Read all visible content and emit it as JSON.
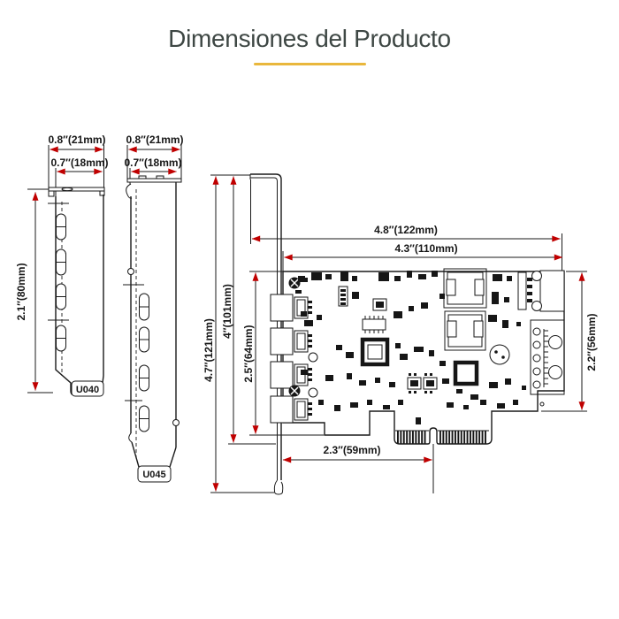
{
  "title": "Dimensiones del Producto",
  "colors": {
    "accent_underline": "#E9B73C",
    "line": "#1A1A1A",
    "dimension_arrow": "#C00000",
    "title_text": "#3E4744"
  },
  "brackets": {
    "low_profile": {
      "model": "U040",
      "width_outer": "0.8″(21mm)",
      "width_inner": "0.7″(18mm)",
      "height": "2.1″(80mm)"
    },
    "full_height": {
      "model": "U045",
      "width_outer": "0.8″(21mm)",
      "width_inner": "0.7″(18mm)"
    }
  },
  "card": {
    "bracket_height": "4.7″(121mm)",
    "total_height": "4″(101mm)",
    "port_section_height": "2.5″(64mm)",
    "right_edge_height": "2.2″(56mm)",
    "total_width": "4.8″(122mm)",
    "board_width": "4.3″(110mm)",
    "edge_connector_offset": "2.3″(59mm)"
  }
}
